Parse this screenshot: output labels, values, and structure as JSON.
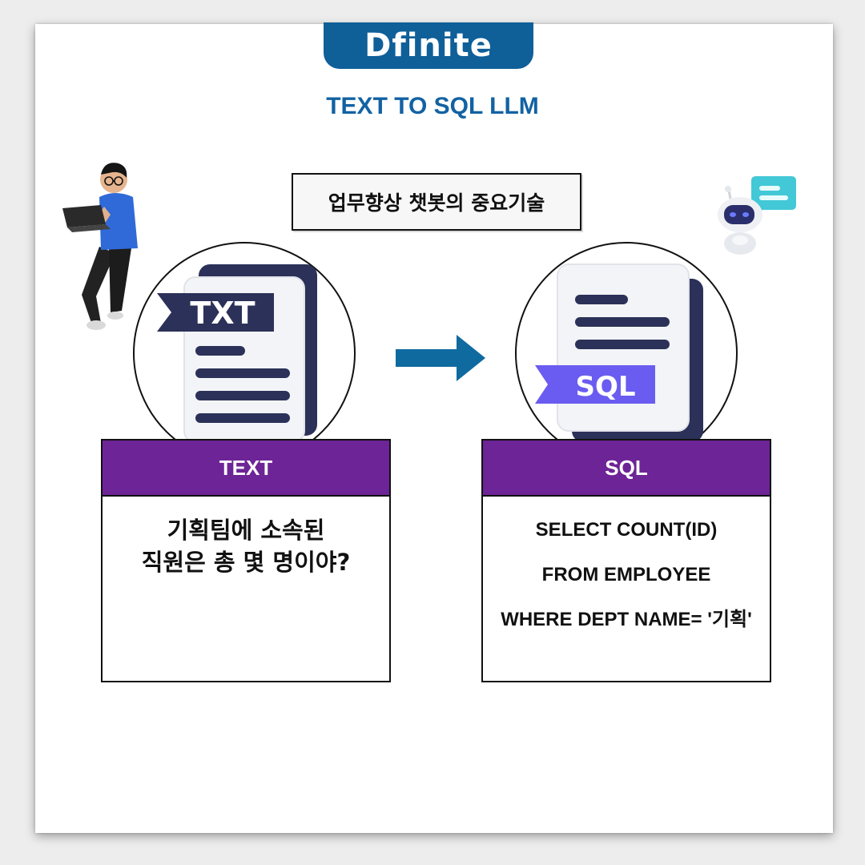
{
  "brand": {
    "logo_text": "Dfinite"
  },
  "header": {
    "title": "TEXT TO SQL LLM"
  },
  "tagline": "업무향상 챗봇의 중요기술",
  "icons": {
    "txt_doc": {
      "name": "txt-document-icon",
      "label": "TXT"
    },
    "sql_doc": {
      "name": "sql-document-icon",
      "label": "SQL"
    },
    "arrow": "arrow-right-icon",
    "person": "person-with-laptop-illustration",
    "robot": "chatbot-robot-illustration"
  },
  "text_panel": {
    "header": "TEXT",
    "lines": [
      "기획팀에 소속된",
      "직원은 총 몇 명이야?"
    ]
  },
  "sql_panel": {
    "header": "SQL",
    "lines": [
      "SELECT COUNT(ID)",
      "FROM EMPLOYEE",
      "WHERE DEPT NAME= '기획'"
    ]
  },
  "colors": {
    "brand_blue": "#0f5f99",
    "title_blue": "#1262a3",
    "panel_purple": "#6d2496",
    "doc_navy": "#2b3158",
    "sql_ribbon": "#6a5cf0",
    "arrow_blue": "#0f6aa0"
  }
}
